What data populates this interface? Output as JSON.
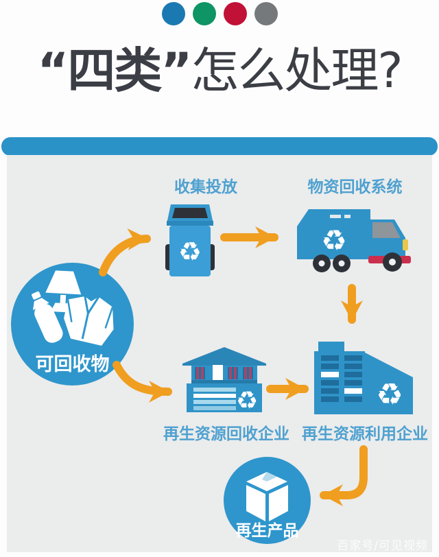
{
  "header": {
    "dots": [
      {
        "name": "category-dot-blue",
        "color": "#1b79b2"
      },
      {
        "name": "category-dot-green",
        "color": "#0e9465"
      },
      {
        "name": "category-dot-red",
        "color": "#c11136"
      },
      {
        "name": "category-dot-gray",
        "color": "#75797c"
      }
    ],
    "title_quoted": "“四类”",
    "title_rest": "怎么处理?"
  },
  "colors": {
    "divider_blue": "#2b92c8",
    "panel_bg": "#ebecec",
    "icon_blue": "#2e96cc",
    "arrow_orange": "#f09e20",
    "label_blue": "#4fa1d0",
    "title_dark": "#3b3e44",
    "truck_bumper_red": "#cc2e4e",
    "window_crimson": "#a4476b"
  },
  "flow": {
    "source": {
      "label": "可回收物",
      "icons": [
        "bottle-icon",
        "lamp-icon",
        "jacket-icon"
      ]
    },
    "collect": {
      "label": "收集投放",
      "icon": "recycle-bin-icon"
    },
    "system": {
      "label": "物资回收系统",
      "icon": "recycle-truck-icon"
    },
    "recycling_company": {
      "label": "再生资源回收企业",
      "icon": "house-icon"
    },
    "utilization_company": {
      "label": "再生资源利用企业",
      "icon": "factory-icon"
    },
    "product": {
      "label": "再生产品",
      "icon": "package-box-icon"
    },
    "recycle_glyph": "♻"
  },
  "watermark": "百家号/可见视频"
}
